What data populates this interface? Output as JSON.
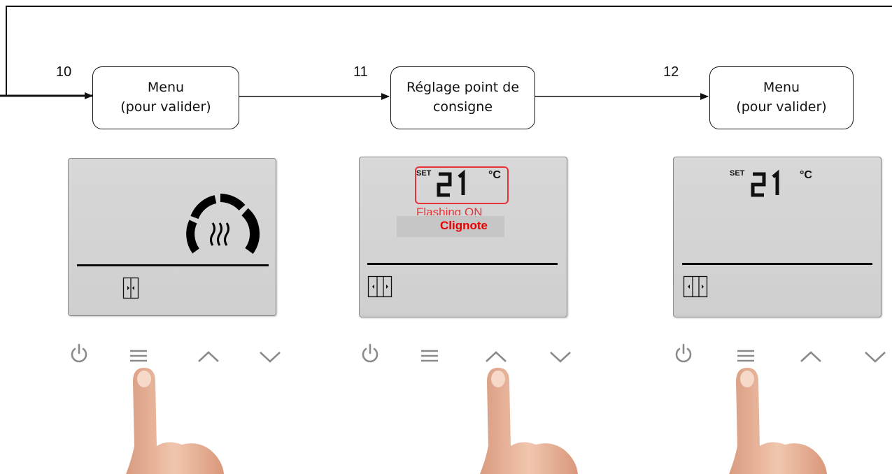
{
  "steps": [
    {
      "number": "10",
      "label": "Menu\n(pour valider)"
    },
    {
      "number": "11",
      "label": "Réglage point de\nconsigne"
    },
    {
      "number": "12",
      "label": "Menu\n(pour valider)"
    }
  ],
  "screens": [
    {
      "mode": "heating-dial"
    },
    {
      "set_label": "SET",
      "temperature": "21",
      "unit": "°C",
      "flash_text": "Flashing ON",
      "note": "Clignote"
    },
    {
      "set_label": "SET",
      "temperature": "21",
      "unit": "°C"
    }
  ],
  "buttons": [
    "power-icon",
    "menu-icon",
    "up-icon",
    "down-icon"
  ],
  "pressed_buttons": [
    "menu",
    "up",
    "menu"
  ],
  "colors": {
    "line": "#111111",
    "flash_red": "#e8323a",
    "lcd_bg": "#d4d4d4",
    "icon_grey": "#8a8a8a",
    "skin": "#e9b9a0"
  }
}
